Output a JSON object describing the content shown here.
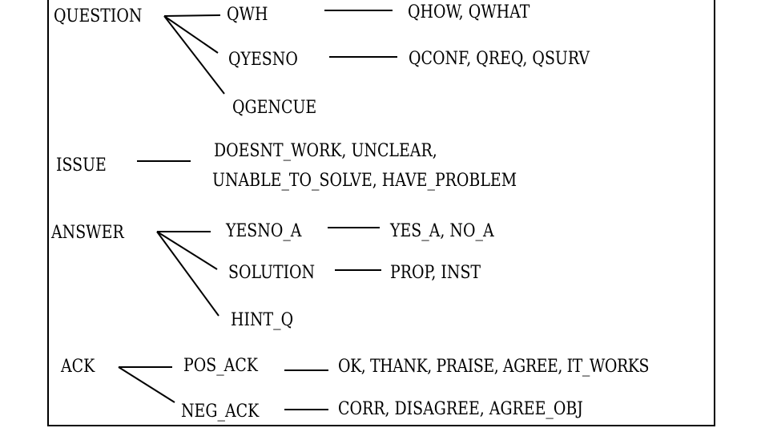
{
  "question": {
    "root": "QUESTION",
    "qwh": {
      "label": "QWH",
      "values": "QHOW, QWHAT"
    },
    "qyesno": {
      "label": "QYESNO",
      "values": "QCONF, QREQ, QSURV"
    },
    "qgencue": {
      "label": "QGENCUE"
    }
  },
  "issue": {
    "root": "ISSUE",
    "values_line1": "DOESNT_WORK, UNCLEAR,",
    "values_line2": "UNABLE_TO_SOLVE, HAVE_PROBLEM"
  },
  "answer": {
    "root": "ANSWER",
    "yesno_a": {
      "label": "YESNO_A",
      "values": "YES_A, NO_A"
    },
    "solution": {
      "label": "SOLUTION",
      "values": "PROP, INST"
    },
    "hint_q": {
      "label": "HINT_Q"
    }
  },
  "ack": {
    "root": "ACK",
    "pos_ack": {
      "label": "POS_ACK",
      "values": "OK, THANK, PRAISE, AGREE, IT_WORKS"
    },
    "neg_ack": {
      "label": "NEG_ACK",
      "values": "CORR, DISAGREE, AGREE_OBJ"
    }
  }
}
